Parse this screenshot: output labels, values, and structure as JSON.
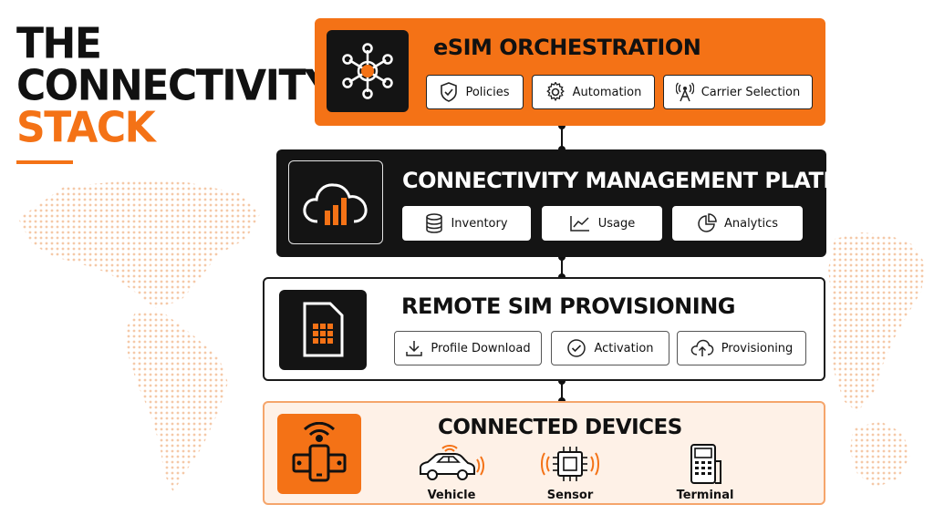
{
  "title": {
    "line1": "THE",
    "line2": "CONNECTIVITY",
    "line3": "STACK"
  },
  "colors": {
    "accent": "#f47216",
    "dark": "#141414",
    "light_fill": "#fef1e7"
  },
  "layers": [
    {
      "title": "eSIM ORCHESTRATION",
      "icon": "network-hub-icon",
      "chips": [
        {
          "label": "Policies",
          "icon": "shield-check-icon"
        },
        {
          "label": "Automation",
          "icon": "gear-icon"
        },
        {
          "label": "Carrier Selection",
          "icon": "antenna-icon"
        }
      ]
    },
    {
      "title": "CONNECTIVITY MANAGEMENT PLATFORM",
      "icon": "cloud-chart-icon",
      "chips": [
        {
          "label": "Inventory",
          "icon": "database-icon"
        },
        {
          "label": "Usage",
          "icon": "line-chart-icon"
        },
        {
          "label": "Analytics",
          "icon": "pie-chart-icon"
        }
      ]
    },
    {
      "title": "REMOTE SIM PROVISIONING",
      "icon": "sim-card-icon",
      "chips": [
        {
          "label": "Profile Download",
          "icon": "download-icon"
        },
        {
          "label": "Activation",
          "icon": "check-circle-icon"
        },
        {
          "label": "Provisioning",
          "icon": "cloud-upload-icon"
        }
      ]
    },
    {
      "title": "CONNECTED DEVICES",
      "icon": "iot-device-icon",
      "devices": [
        {
          "label": "Vehicle",
          "icon": "car-icon"
        },
        {
          "label": "Sensor",
          "icon": "chip-sensor-icon"
        },
        {
          "label": "Terminal",
          "icon": "pos-terminal-icon"
        }
      ]
    }
  ]
}
